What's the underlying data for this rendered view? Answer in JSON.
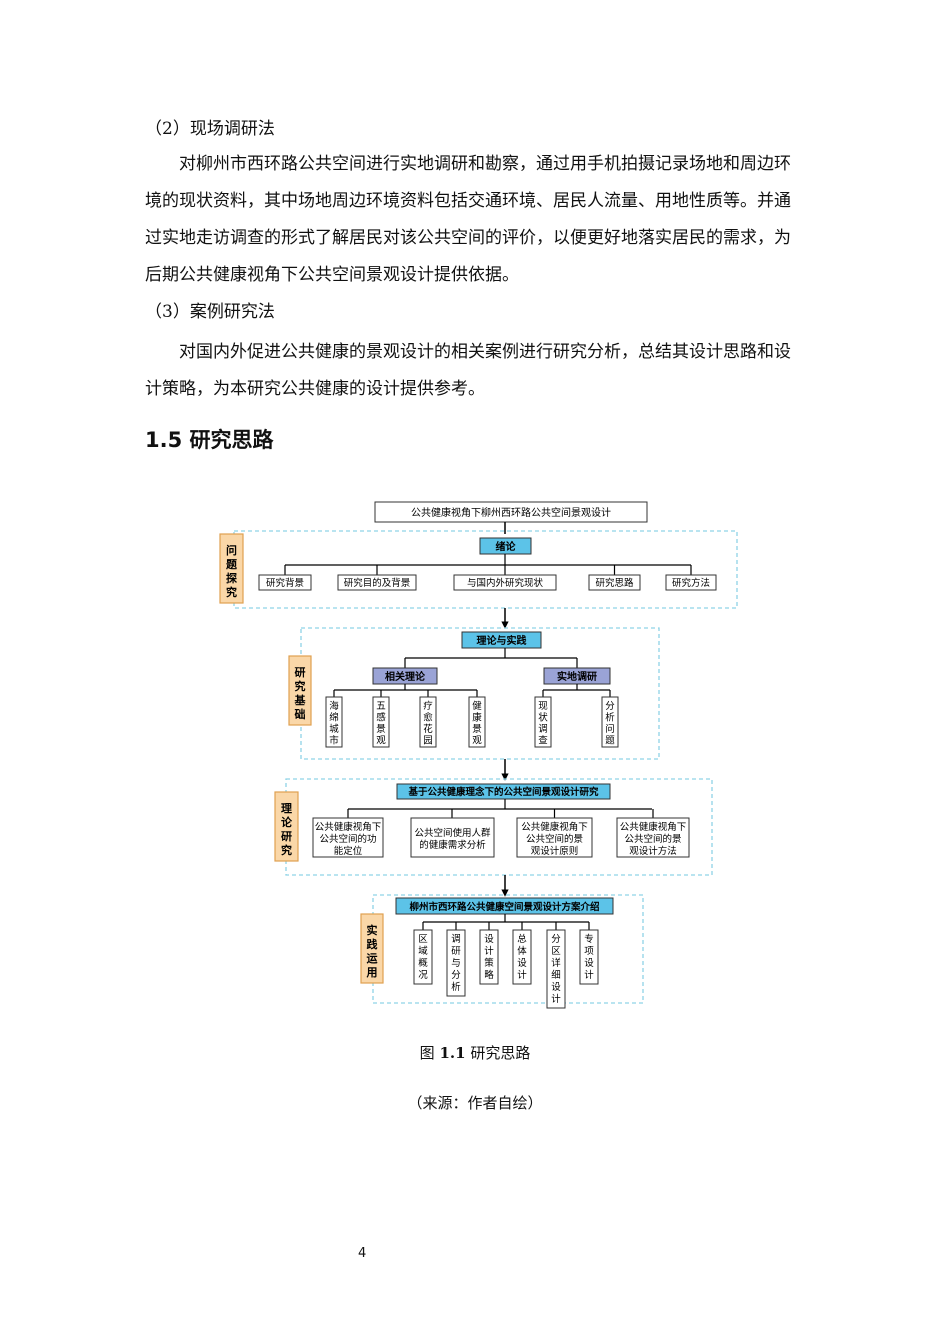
{
  "section_2": {
    "title": "（2）现场调研法",
    "body": "对柳州市西环路公共空间进行实地调研和勘察，通过用手机拍摄记录场地和周边环境的现状资料，其中场地周边环境资料包括交通环境、居民人流量、用地性质等。并通过实地走访调查的形式了解居民对该公共空间的评价，以便更好地落实居民的需求，为后期公共健康视角下公共空间景观设计提供依据。"
  },
  "section_3": {
    "title": "（3）案例研究法",
    "body": "对国内外促进公共健康的景观设计的相关案例进行研究分析，总结其设计思路和设计策略，为本研究公共健康的设计提供参考。"
  },
  "heading": "1.5 研究思路",
  "diagram": {
    "top_title": "公共健康视角下柳州西环路公共空间景观设计",
    "stages": [
      {
        "label": "问题探究",
        "head": "绪论",
        "items": [
          "研究背景",
          "研究目的及背景",
          "与国内外研究现状",
          "研究思路",
          "研究方法"
        ]
      },
      {
        "label": "研究基础",
        "head": "理论与实践",
        "groups": [
          {
            "head": "相关理论",
            "items": [
              "海绵城市",
              "五感景观",
              "疗愈花园",
              "健康景观"
            ]
          },
          {
            "head": "实地调研",
            "items": [
              "现状调查",
              "分析问题"
            ]
          }
        ]
      },
      {
        "label": "理论研究",
        "head": "基于公共健康理念下的公共空间景观设计研究",
        "items": [
          "公共健康视角下公共空间的功能定位",
          "公共空间使用人群的健康需求分析",
          "公共健康视角下公共空间的景观设计原则",
          "公共健康视角下公共空间的景观设计方法"
        ]
      },
      {
        "label": "实践运用",
        "head": "柳州市西环路公共健康空间景观设计方案介绍",
        "items": [
          "区域概况",
          "调研与分析",
          "设计策略",
          "总体设计",
          "分区详细设计",
          "专项设计"
        ]
      }
    ]
  },
  "figure_caption": {
    "prefix": "图 ",
    "number": "1.1",
    "title": " 研究思路"
  },
  "source_note": "（来源：作者自绘）",
  "page_number": "4",
  "colors": {
    "stage_label_fill": "#fad7a8",
    "stage_label_stroke": "#e0a050",
    "head_fill": "#5cc3e8",
    "subhead_fill": "#9aa3d6",
    "dash": "#8fd3e6"
  }
}
